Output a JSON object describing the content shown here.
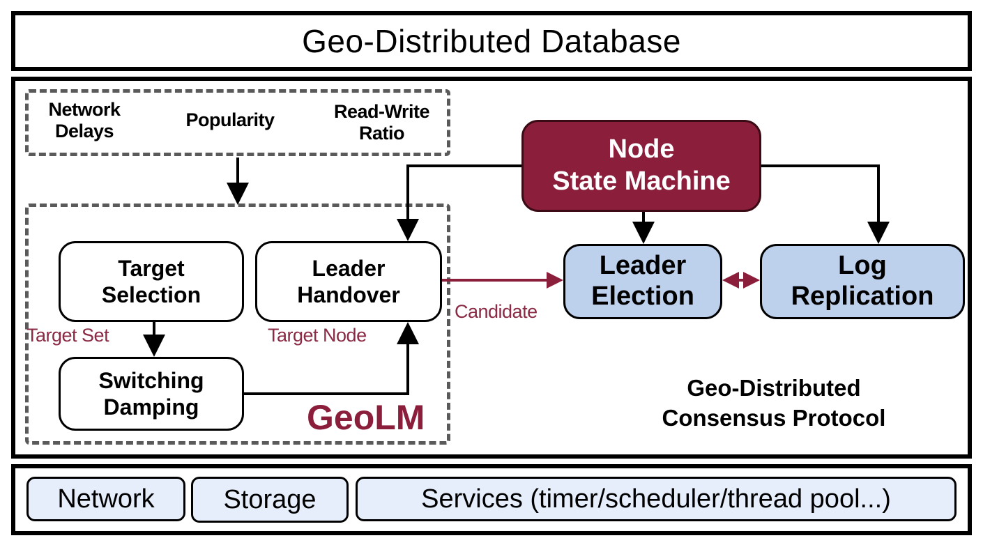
{
  "header": {
    "title": "Geo-Distributed Database"
  },
  "inputs": {
    "factors": [
      {
        "line1": "Network",
        "line2": "Delays"
      },
      {
        "line1": "Popularity",
        "line2": ""
      },
      {
        "line1": "Read-Write",
        "line2": "Ratio"
      }
    ]
  },
  "geolm": {
    "label": "GeoLM",
    "target_selection": {
      "line1": "Target",
      "line2": "Selection"
    },
    "leader_handover": {
      "line1": "Leader",
      "line2": "Handover"
    },
    "switching_damping": {
      "line1": "Switching",
      "line2": "Damping"
    },
    "edge_target_set": "Target Set",
    "edge_target_node": "Target Node"
  },
  "protocol": {
    "node_state_machine": {
      "line1": "Node",
      "line2": "State Machine"
    },
    "leader_election": {
      "line1": "Leader",
      "line2": "Election"
    },
    "log_replication": {
      "line1": "Log",
      "line2": "Replication"
    },
    "edge_candidate": "Candidate",
    "label_line1": "Geo-Distributed",
    "label_line2": "Consensus Protocol"
  },
  "infrastructure": {
    "items": [
      "Network",
      "Storage",
      "Services (timer/scheduler/thread pool...)"
    ]
  },
  "colors": {
    "accent_red": "#8b1e3a",
    "component_blue": "#bdd0ec",
    "infra_blue": "#e6eefb",
    "dash_gray": "#5a5a5a"
  }
}
